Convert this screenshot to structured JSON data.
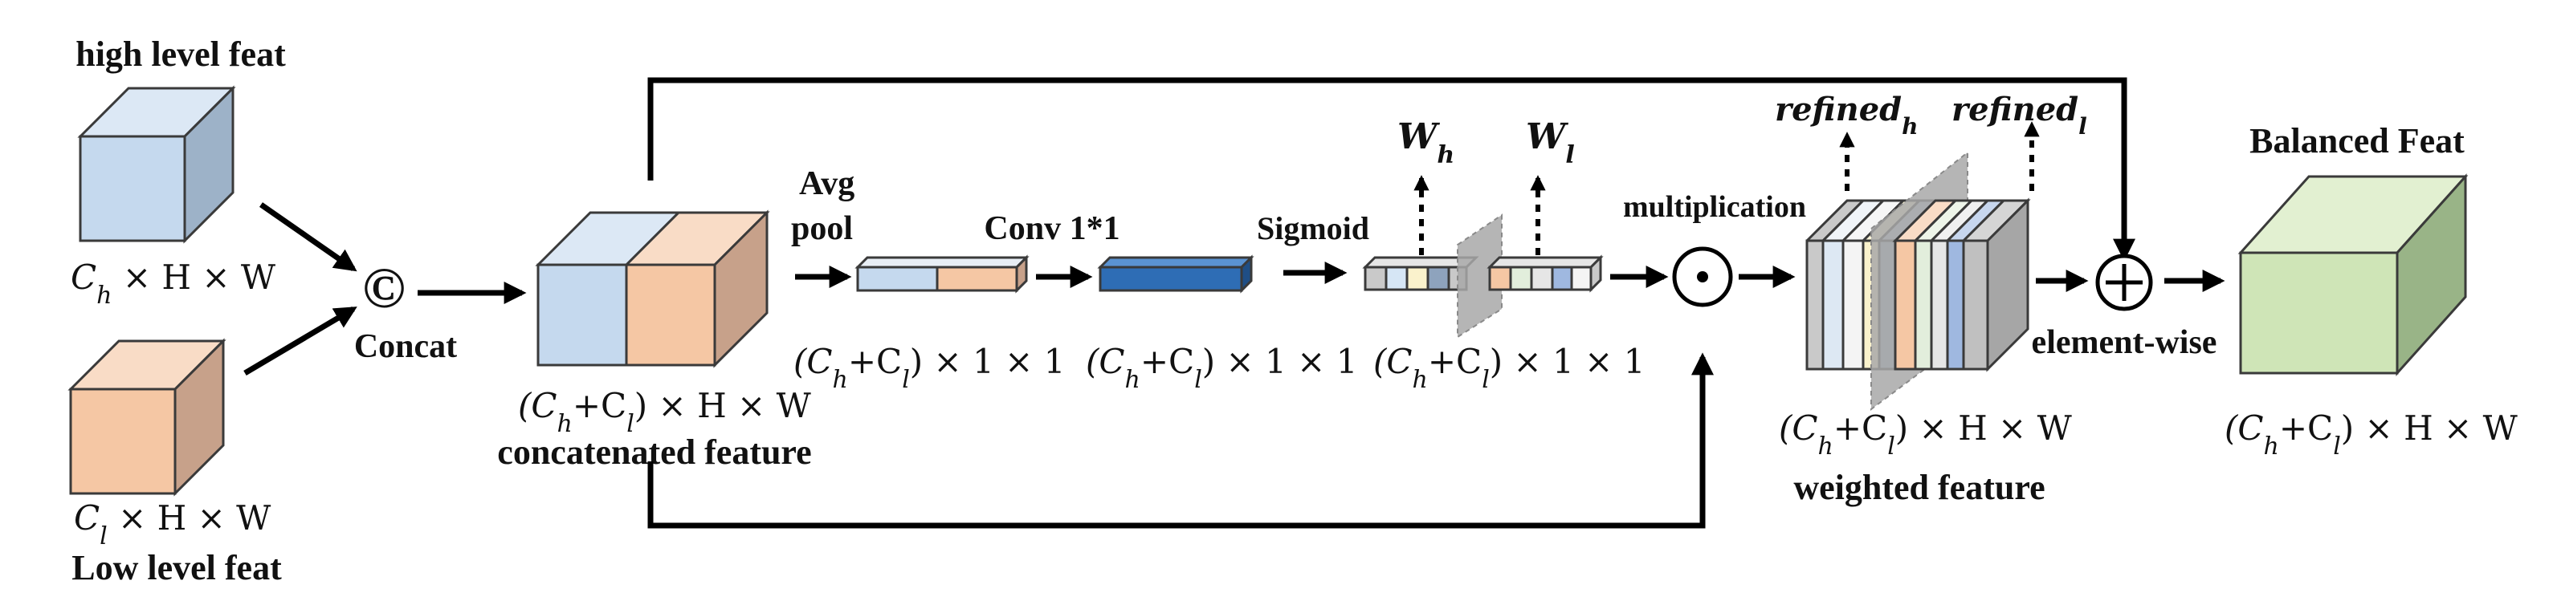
{
  "labels": {
    "high_level_feat": "high level feat",
    "low_level_feat": "Low level feat",
    "concat": "Concat",
    "concat_symbol": "©",
    "avg_pool_line1": "Avg",
    "avg_pool_line2": "pool",
    "conv": "Conv 1*1",
    "sigmoid": "Sigmoid",
    "multiplication": "multiplication",
    "multiply_symbol": "⊙",
    "element_wise": "element-wise",
    "add_symbol": "+",
    "balanced_feat": "Balanced Feat",
    "concatenated_feature": "concatenated feature",
    "weighted_feature": "weighted feature"
  },
  "math": {
    "ch_hw": {
      "pre": "C",
      "sub": "h",
      "post": " × H × W"
    },
    "cl_hw": {
      "pre": "C",
      "sub": "l",
      "post": " × H × W"
    },
    "concat_dim": {
      "open": "(C",
      "sub1": "h",
      "mid": "+C",
      "sub2": "l",
      "close": ") × H × W"
    },
    "pool_dim": {
      "open": "(C",
      "sub1": "h",
      "mid": "+C",
      "sub2": "l",
      "close": ") × 1 × 1"
    },
    "conv_dim": {
      "open": "(C",
      "sub1": "h",
      "mid": "+C",
      "sub2": "l",
      "close": ") × 1 × 1"
    },
    "sig_dim": {
      "open": "(C",
      "sub1": "h",
      "mid": "+C",
      "sub2": "l",
      "close": ") × 1 × 1"
    },
    "weighted_dim": {
      "open": "(C",
      "sub1": "h",
      "mid": "+C",
      "sub2": "l",
      "close": ") × H × W"
    },
    "balanced_dim": {
      "open": "(C",
      "sub1": "h",
      "mid": "+C",
      "sub2": "l",
      "close": ") × H × W"
    },
    "w_h": {
      "pre": "W",
      "sub": "h"
    },
    "w_l": {
      "pre": "W",
      "sub": "l"
    },
    "refined_h": {
      "pre": "refined",
      "sub": "h"
    },
    "refined_l": {
      "pre": "refined",
      "sub": "l"
    }
  },
  "colors": {
    "high_feat_front": "#c5d9ee",
    "high_feat_top": "#dce8f5",
    "high_feat_side": "#9db2c8",
    "low_feat_front": "#f5c7a4",
    "low_feat_top": "#f9dcc6",
    "low_feat_side": "#c7a18a",
    "conv_front": "#2e6db5",
    "conv_top": "#5a93d2",
    "conv_side": "#1f4e85",
    "balanced_front": "#cfe5b7",
    "balanced_top": "#e2f0d1",
    "balanced_side": "#99b487",
    "plane": "#a8a8a8"
  }
}
